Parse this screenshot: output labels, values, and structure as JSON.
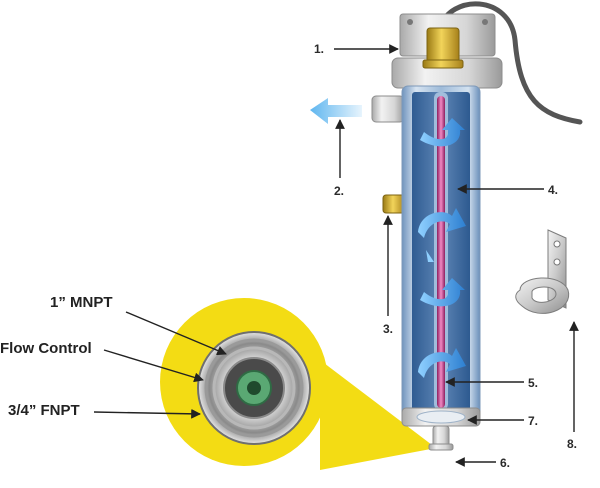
{
  "callouts": {
    "c1": "1.",
    "c2": "2.",
    "c3": "3.",
    "c4": "4.",
    "c5": "5.",
    "c6": "6.",
    "c7": "7.",
    "c8": "8."
  },
  "fitting_labels": {
    "mnpt": "1” MNPT",
    "flow_control": "Flow Control",
    "fnpt": "3/4” FNPT"
  },
  "colors": {
    "zoom_highlight": "#f3dc14",
    "uv_lamp": "#c8338a",
    "flow_arrow": "#3b8fd6",
    "brass": "#c9a227",
    "sleeve_glass": "#7fa8d0",
    "cable": "#555555"
  },
  "icons": {
    "flow_arrow": "curved-arrow",
    "outlet_arrow": "arrow-left"
  }
}
